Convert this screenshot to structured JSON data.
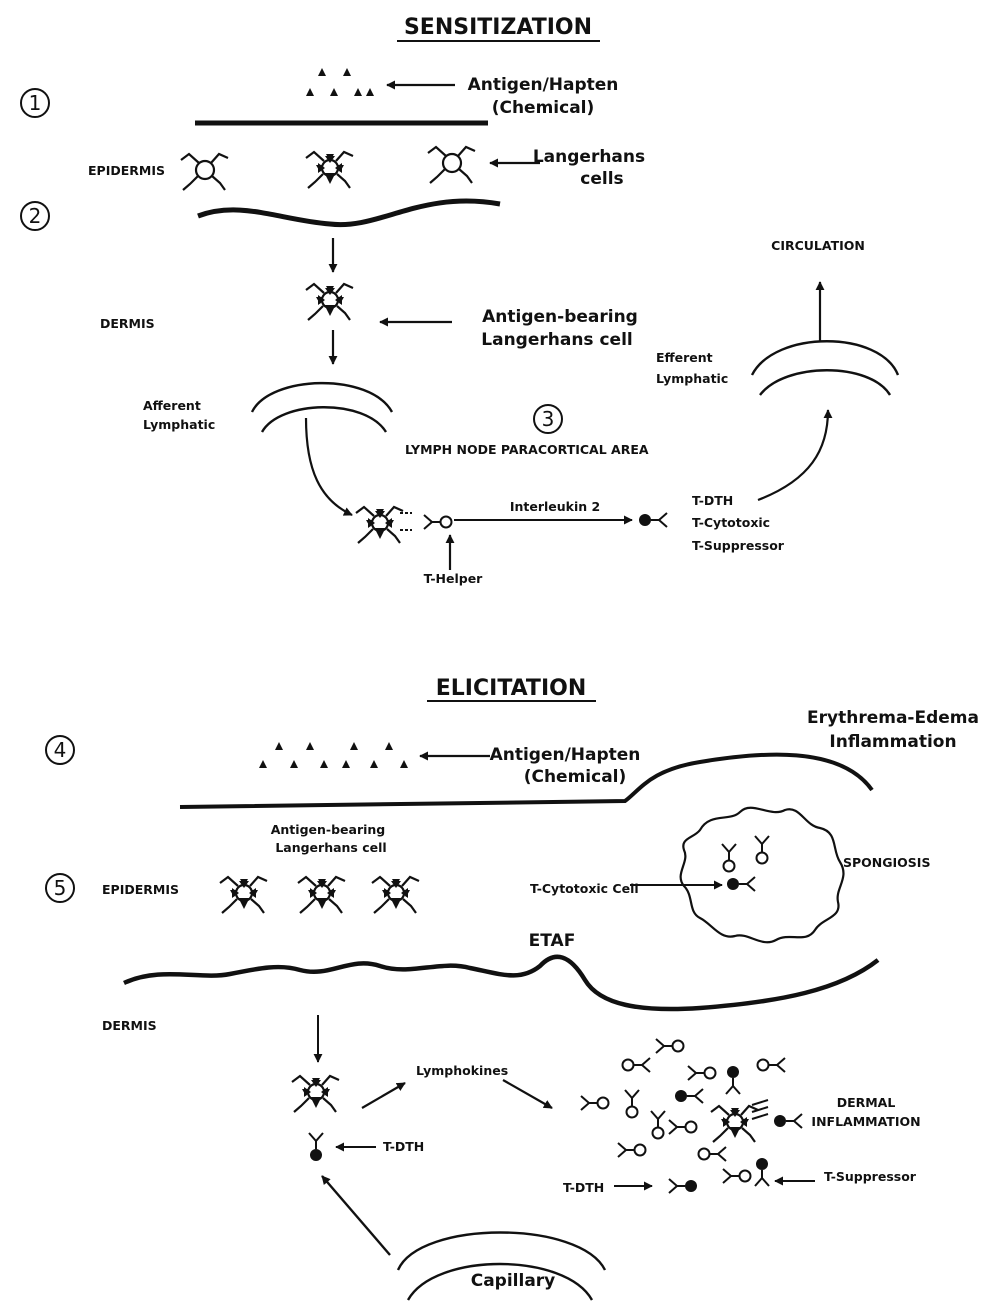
{
  "sensitization": {
    "title": "SENSITIZATION",
    "step1": "1",
    "step2": "2",
    "step3": "3",
    "antigen_line1": "Antigen/Hapten",
    "antigen_line2": "(Chemical)",
    "epidermis": "EPIDERMIS",
    "langerhans_line1": "Langerhans",
    "langerhans_line2": "cells",
    "dermis": "DERMIS",
    "ab_langerhans_line1": "Antigen-bearing",
    "ab_langerhans_line2": "Langerhans cell",
    "afferent_line1": "Afferent",
    "afferent_line2": "Lymphatic",
    "lymph_node": "LYMPH NODE PARACORTICAL AREA",
    "interleukin": "Interleukin  2",
    "t_helper": "T-Helper",
    "t_dth": "T-DTH",
    "t_cytotoxic": "T-Cytotoxic",
    "t_suppressor": "T-Suppressor",
    "efferent_line1": "Efferent",
    "efferent_line2": "Lymphatic",
    "circulation": "CIRCULATION"
  },
  "elicitation": {
    "title": "ELICITATION",
    "step4": "4",
    "step5": "5",
    "antigen_line1": "Antigen/Hapten",
    "antigen_line2": "(Chemical)",
    "erythema_line1": "Erythrema-Edema",
    "erythema_line2": "Inflammation",
    "ab_langerhans_line1": "Antigen-bearing",
    "ab_langerhans_line2": "Langerhans cell",
    "epidermis": "EPIDERMIS",
    "t_cytotoxic_cell": "T-Cytotoxic  Cell",
    "spongiosis": "SPONGIOSIS",
    "etaf": "ETAF",
    "dermis": "DERMIS",
    "lymphokines": "Lymphokines",
    "t_dth": "T-DTH",
    "t_dth_2": "T-DTH",
    "dermal_line1": "DERMAL",
    "dermal_line2": "INFLAMMATION",
    "t_suppressor": "T-Suppressor",
    "capillary": "Capillary"
  }
}
